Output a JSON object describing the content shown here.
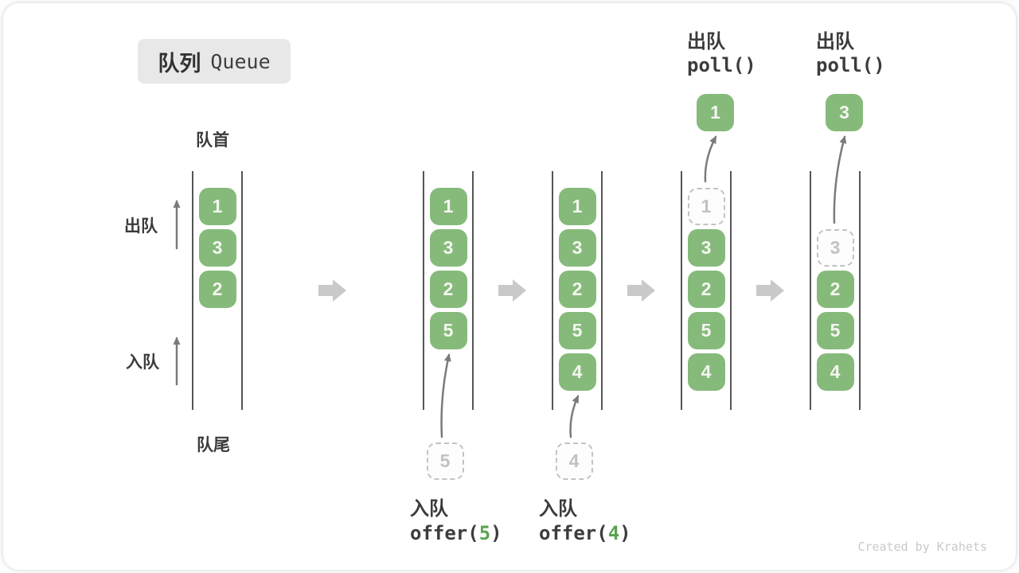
{
  "title": {
    "zh": "队列",
    "en": "Queue"
  },
  "labels": {
    "front": "队首",
    "rear": "队尾",
    "dequeue": "出队",
    "enqueue": "入队"
  },
  "credit": "Created by Krahets",
  "colors": {
    "item_green": "#86BA7B",
    "item_text": "#F4F6F0",
    "code_arg_green": "#5BA352",
    "text_dark": "#3B3B3B",
    "wall_gray": "#555555",
    "thin_arrow_gray": "#7B7B7B",
    "block_arrow_gray": "#C9C9C9",
    "dashed_gray": "#C2C2C2",
    "badge_bg": "#E8E8E8",
    "credit_gray": "#C9C9C9"
  },
  "diagram": {
    "states": [
      {
        "name": "initial",
        "slots": [
          {
            "value": "1",
            "style": "filled"
          },
          {
            "value": "3",
            "style": "filled"
          },
          {
            "value": "2",
            "style": "filled"
          }
        ]
      },
      {
        "name": "after-offer-5",
        "slots": [
          {
            "value": "1",
            "style": "filled"
          },
          {
            "value": "3",
            "style": "filled"
          },
          {
            "value": "2",
            "style": "filled"
          },
          {
            "value": "5",
            "style": "filled"
          }
        ],
        "incoming": {
          "value": "5"
        },
        "op": {
          "label": "入队",
          "code_pre": "offer(",
          "code_arg": "5",
          "code_post": ")"
        }
      },
      {
        "name": "after-offer-4",
        "slots": [
          {
            "value": "1",
            "style": "filled"
          },
          {
            "value": "3",
            "style": "filled"
          },
          {
            "value": "2",
            "style": "filled"
          },
          {
            "value": "5",
            "style": "filled"
          },
          {
            "value": "4",
            "style": "filled"
          }
        ],
        "incoming": {
          "value": "4"
        },
        "op": {
          "label": "入队",
          "code_pre": "offer(",
          "code_arg": "4",
          "code_post": ")"
        }
      },
      {
        "name": "after-poll-1",
        "slots": [
          {
            "value": "1",
            "style": "dashed"
          },
          {
            "value": "3",
            "style": "filled"
          },
          {
            "value": "2",
            "style": "filled"
          },
          {
            "value": "5",
            "style": "filled"
          },
          {
            "value": "4",
            "style": "filled"
          }
        ],
        "outgoing": {
          "value": "1"
        },
        "op": {
          "label": "出队",
          "code_pre": "poll()",
          "code_arg": "",
          "code_post": ""
        }
      },
      {
        "name": "after-poll-3",
        "slots": [
          {
            "value": "",
            "style": "empty"
          },
          {
            "value": "3",
            "style": "dashed"
          },
          {
            "value": "2",
            "style": "filled"
          },
          {
            "value": "5",
            "style": "filled"
          },
          {
            "value": "4",
            "style": "filled"
          }
        ],
        "outgoing": {
          "value": "3"
        },
        "op": {
          "label": "出队",
          "code_pre": "poll()",
          "code_arg": "",
          "code_post": ""
        }
      }
    ]
  }
}
